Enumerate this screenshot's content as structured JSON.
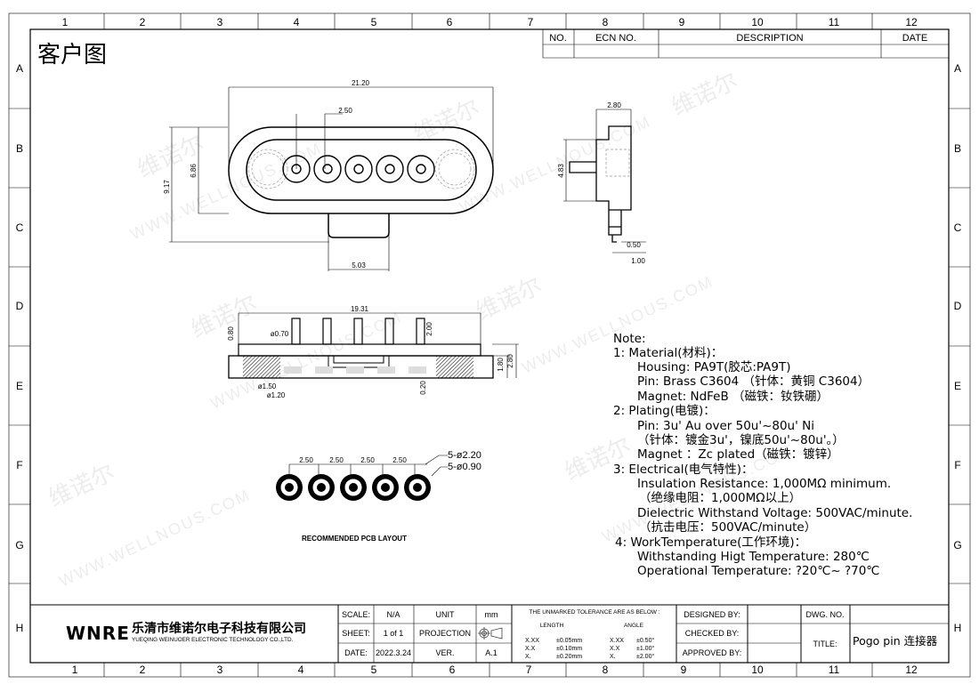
{
  "frame": {
    "columns": [
      "1",
      "2",
      "3",
      "4",
      "5",
      "6",
      "7",
      "8",
      "9",
      "10",
      "11",
      "12"
    ],
    "rows": [
      "A",
      "B",
      "C",
      "D",
      "E",
      "F",
      "G",
      "H"
    ]
  },
  "header": {
    "title": "客户图"
  },
  "revision_table": {
    "headers": [
      "NO.",
      "ECN NO.",
      "DESCRIPTION",
      "DATE"
    ]
  },
  "watermark": {
    "cn": "维诺尔",
    "url": "WWW.WELLNOUS.COM"
  },
  "views": {
    "top": {
      "width": "21.20",
      "pitch": "2.50",
      "height_outer": "9.17",
      "height_body": "6.86",
      "tab_width": "5.03"
    },
    "side": {
      "depth": "2.80",
      "height": "4.83",
      "step1": "0.50",
      "step2": "1.00"
    },
    "section": {
      "length": "19.31",
      "pin_dia": "ø0.70",
      "pin_len": "2.00",
      "top_offset": "0.80",
      "body_h": "1.80",
      "total_h": "2.80",
      "d1": "ø1.50",
      "d2": "ø1.20",
      "gap": "0.20"
    },
    "pcb": {
      "pitches": [
        "2.50",
        "2.50",
        "2.50",
        "2.50"
      ],
      "pad": "5-ø2.20",
      "hole": "5-ø0.90",
      "caption": "RECOMMENDED PCB LAYOUT"
    }
  },
  "notes": [
    "Note:",
    "1:  Material(材料)：",
    "Housing:  PA9T(胶芯:PA9T)",
    "Pin:  Brass  C3604 （针体：黄铜 C3604）",
    "Magnet:  NdFeB      （磁铁：钕铁硼）",
    "2:  Plating(电镀)：",
    "Pin:  3u'  Au  over  50u'~80u'  Ni",
    "（针体：镀金3u'，镍底50u'~80u'。）",
    "Magnet  ：Zc plated（磁铁：镀锌）",
    "3:  Electrical(电气特性)：",
    "Insulation  Resistance:  1,000MΩ  minimum.",
    "（绝缘电阻：1,000MΩ以上）",
    "Dielectric  Withstand  Voltage:  500VAC/minute.",
    "（抗击电压：500VAC/minute）",
    "4:  WorkTemperature(工作环境)：",
    "Withstanding  Higt  Temperature:  280℃",
    "Operational  Temperature:  ?20℃~  ?70℃"
  ],
  "company": {
    "logo": "WNRE",
    "name_cn": "乐清市维诺尔电子科技有限公司",
    "name_en": "YUEQING WEINUOER ELECTRONIC TECHNOLOGY CO.,LTD."
  },
  "title_block": {
    "scale_label": "SCALE:",
    "scale": "N/A",
    "unit_label": "UNIT",
    "unit": "mm",
    "sheet_label": "SHEET:",
    "sheet": "1  of  1",
    "projection_label": "PROJECTION",
    "date_label": "DATE:",
    "date": "2022.3.24",
    "ver_label": "VER.",
    "ver": "A.1",
    "tolerance_title": "THE UNMARKED TOLERANCE ARE AS BELOW :",
    "length_label": "LENGTH",
    "angle_label": "ANGLE",
    "length_rows": [
      [
        "X.XX",
        "±0.05mm"
      ],
      [
        "X.X",
        "±0.10mm"
      ],
      [
        "X.",
        "±0.20mm"
      ]
    ],
    "angle_rows": [
      [
        "X.XX",
        "±0.50°"
      ],
      [
        "X.X",
        "±1.00°"
      ],
      [
        "X.",
        "±2.00°"
      ]
    ],
    "designed_label": "DESIGNED  BY:",
    "checked_label": "CHECKED  BY:",
    "approved_label": "APPROVED  BY:",
    "dwg_label": "DWG.  NO.",
    "title_label": "TITLE:",
    "title": "Pogo  pin  连接器"
  }
}
